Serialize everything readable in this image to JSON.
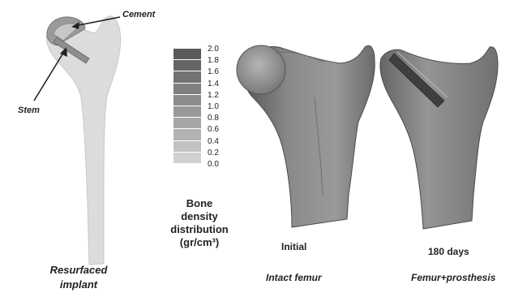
{
  "implant_labels": {
    "cement": "Cement",
    "stem": "Stem",
    "caption_line1": "Resurfaced",
    "caption_line2": "implant"
  },
  "legend": {
    "ticks": [
      "2.0",
      "1.8",
      "1.6",
      "1.4",
      "1.2",
      "1.0",
      "0.8",
      "0.6",
      "0.4",
      "0.2",
      "0.0"
    ],
    "swatch_colors": [
      "#5a5a5a",
      "#656565",
      "#727272",
      "#7f7f7f",
      "#8c8c8c",
      "#999999",
      "#a6a6a6",
      "#b3b3b3",
      "#c2c2c2",
      "#d0d0d0"
    ],
    "title_line1": "Bone",
    "title_line2": "density",
    "title_line3": "distribution",
    "title_line4": "(gr/cm³)"
  },
  "panels": {
    "initial_label": "Initial",
    "initial_caption": "Intact femur",
    "days_label": "180 days",
    "days_caption": "Femur+prosthesis"
  }
}
